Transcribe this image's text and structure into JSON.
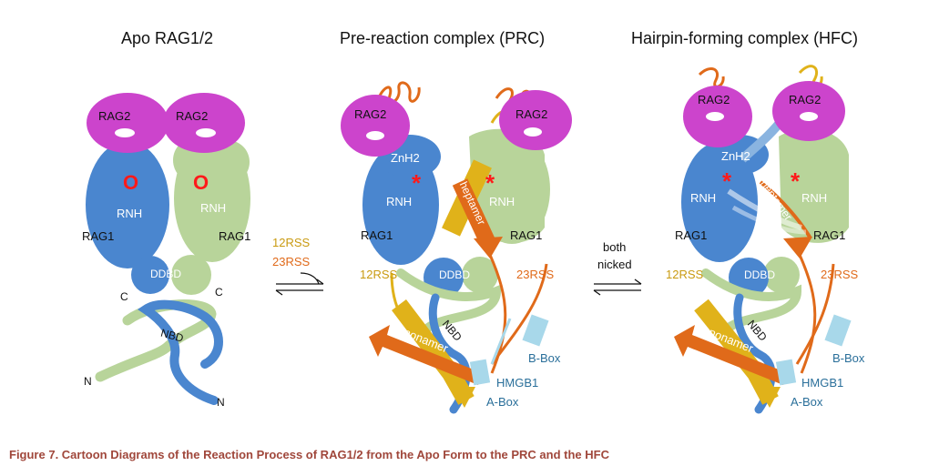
{
  "titles": {
    "apo": "Apo RAG1/2",
    "prc": "Pre-reaction complex (PRC)",
    "hfc": "Hairpin-forming complex (HFC)"
  },
  "caption": "Figure 7.  Cartoon Diagrams of the Reaction Process of RAG1/2 from the Apo Form to the PRC and the HFC",
  "labels": {
    "rag2": "RAG2",
    "rnh": "RNH",
    "rag1": "RAG1",
    "ddbd": "DDBD",
    "nbd": "NBD",
    "znh2": "ZnH2",
    "c": "C",
    "n": "N",
    "rss12": "12RSS",
    "rss23": "23RSS",
    "heptamer": "heptamer",
    "nonamer": "nonamer",
    "b_box": "B-Box",
    "a_box": "A-Box",
    "hmgb1": "HMGB1",
    "both": "both",
    "nicked": "nicked",
    "o_mark": "O",
    "star_mark": "*"
  },
  "colors": {
    "rag2": "#cc44cc",
    "rag1_blue": "#4a86cf",
    "rag1_green": "#b8d49a",
    "rss12": "#e0b21a",
    "rss23": "#e06a1a",
    "hmgb1": "#a8d8ea",
    "active_site": "#ff1a1a",
    "caption": "#a0473b"
  }
}
